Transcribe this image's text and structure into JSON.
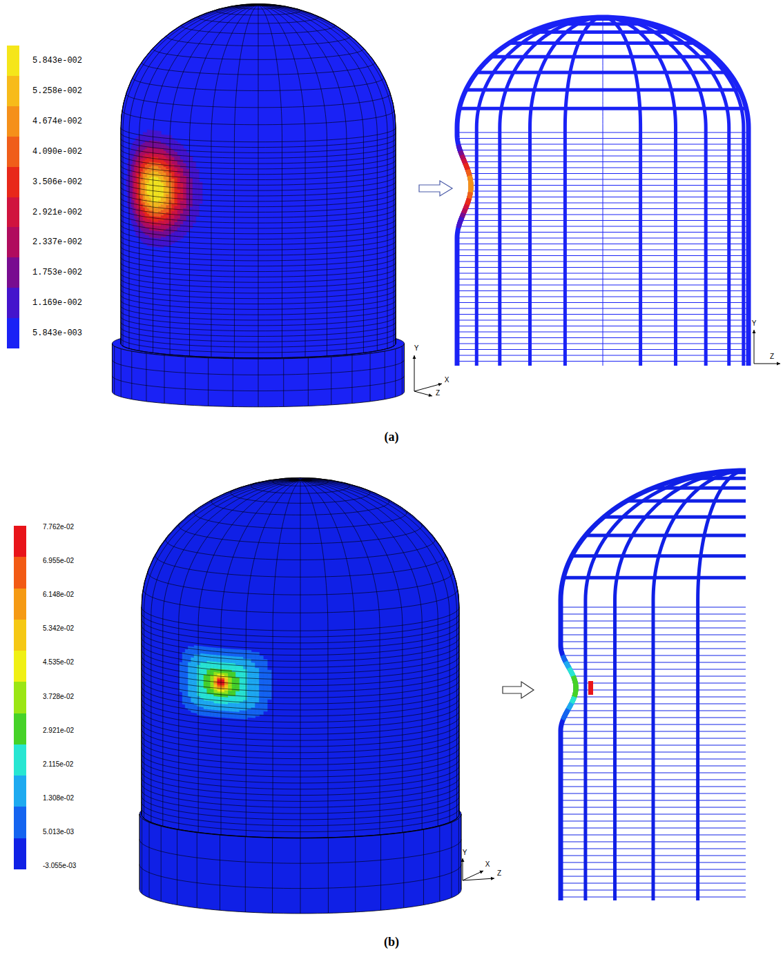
{
  "diagram": {
    "labels": [
      "Y",
      "X",
      "Z",
      "Y",
      "Z",
      "(a)",
      "Y",
      "X",
      "Z",
      "(b)"
    ],
    "legend": [
      {
        "text": "5.843e-002",
        "color": "#f5e61a"
      },
      {
        "text": "5.258e-002",
        "color": "#f7bb1a"
      },
      {
        "text": "4.674e-002",
        "color": "#f5901a"
      },
      {
        "text": "4.090e-002",
        "color": "#f05e1a"
      },
      {
        "text": "3.506e-002",
        "color": "#e8281a"
      },
      {
        "text": "2.921e-002",
        "color": "#d0143e"
      },
      {
        "text": "2.337e-002",
        "color": "#b00c5e"
      },
      {
        "text": "1.753e-002",
        "color": "#780c90"
      },
      {
        "text": "1.169e-002",
        "color": "#4414cc"
      },
      {
        "text": "5.843e-003",
        "color": "#1a22f5"
      },
      {
        "text": "7.762e-02",
        "color": "#e8141a"
      },
      {
        "text": "6.955e-02",
        "color": "#f25a14"
      },
      {
        "text": "6.148e-02",
        "color": "#f59a14"
      },
      {
        "text": "5.342e-02",
        "color": "#f5c814"
      },
      {
        "text": "4.535e-02",
        "color": "#f0f014"
      },
      {
        "text": "3.728e-02",
        "color": "#9be614"
      },
      {
        "text": "2.921e-02",
        "color": "#46d228"
      },
      {
        "text": "2.115e-02",
        "color": "#28e6d2"
      },
      {
        "text": "1.308e-02",
        "color": "#1eaaf0"
      },
      {
        "text": "5.013e-03",
        "color": "#1464f0"
      },
      {
        "text": "-3.055e-03",
        "color": "#1020e6"
      }
    ]
  }
}
